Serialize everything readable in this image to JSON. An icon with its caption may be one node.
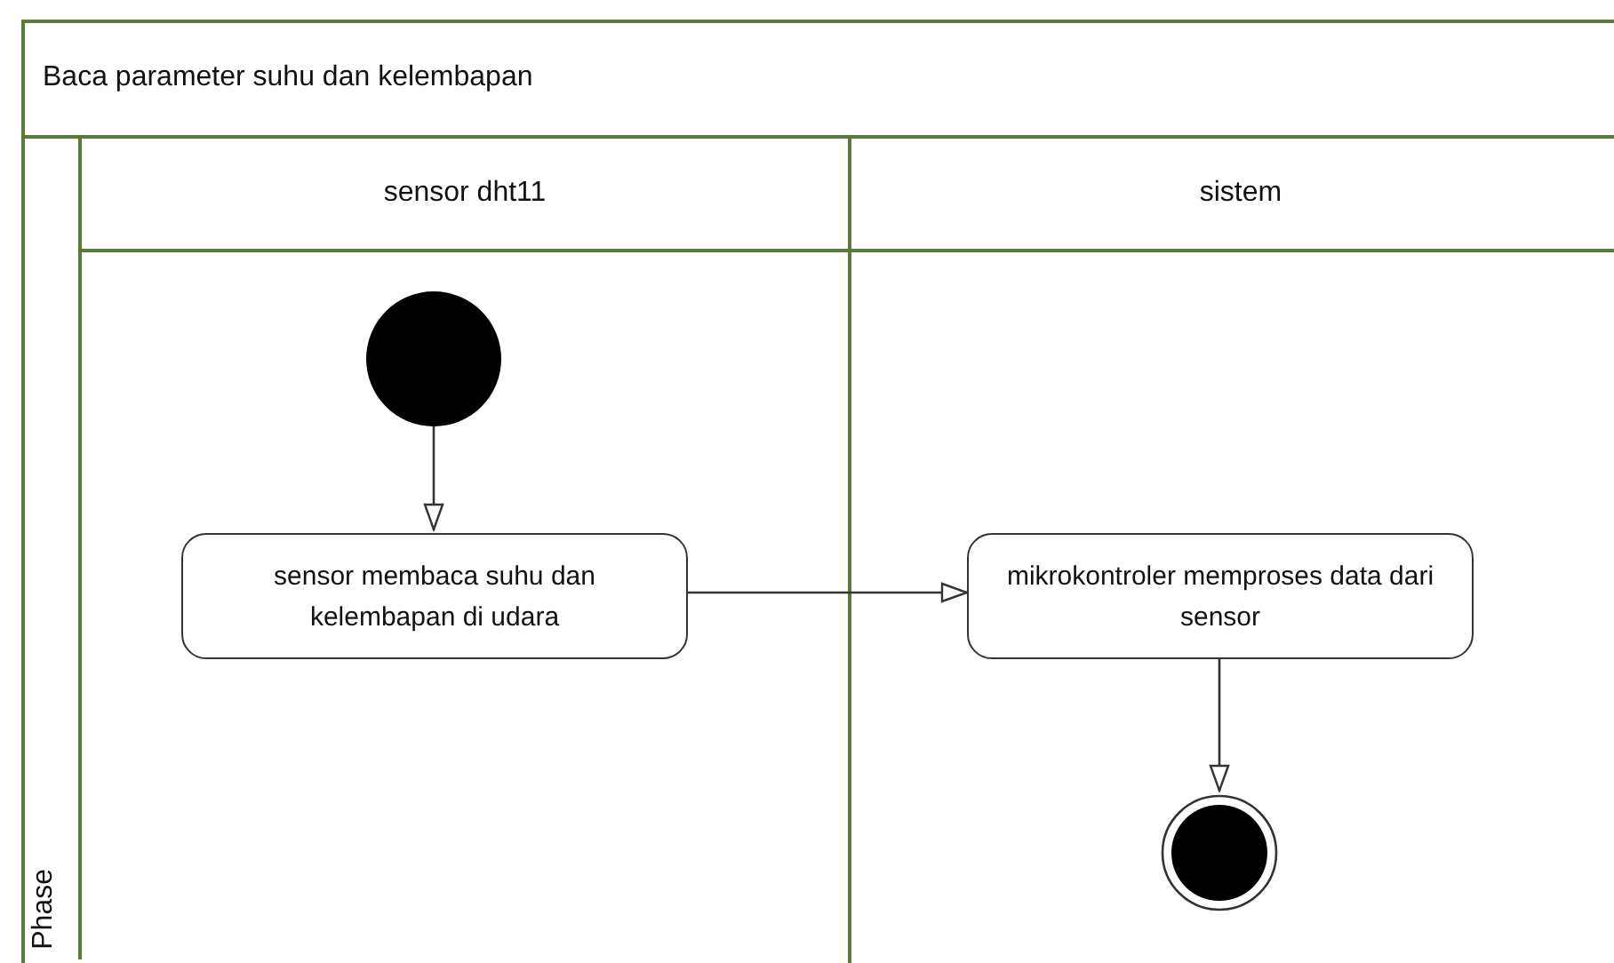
{
  "diagram": {
    "nodes": [
      {
        "text": [
          "Baca parameter suhu dan kelembapan"
        ]
      },
      {
        "text": [
          "Phase"
        ],
        "in": 0
      },
      {
        "text": [
          "sensor dht11"
        ],
        "in": 0
      },
      {
        "text": [
          "sistem"
        ],
        "in": 0
      },
      {
        "text": [],
        "shape": "circle",
        "in": 2
      },
      {
        "text": [
          "sensor membaca suhu dan kelembapan di udara"
        ],
        "in": 2
      },
      {
        "text": [
          "mikrokontroler memproses data dari sensor"
        ],
        "in": 3
      },
      {
        "text": [],
        "shape": "bullseye",
        "in": 3
      }
    ],
    "edges": [
      {
        "from": 4,
        "to": 5,
        "arrow": "to"
      },
      {
        "from": 5,
        "to": 6,
        "arrow": "to"
      },
      {
        "from": 6,
        "to": 7,
        "arrow": "to"
      }
    ]
  }
}
